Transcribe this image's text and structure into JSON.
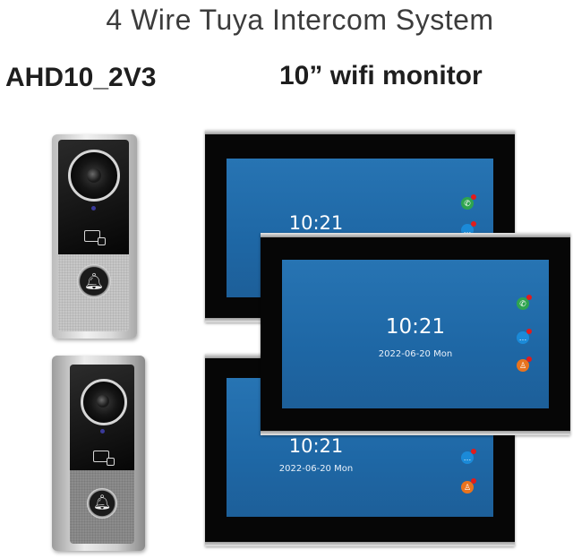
{
  "header": {
    "title": "4 Wire Tuya Intercom System",
    "doorbell_model": "AHD10_2V3",
    "monitor_label": "10” wifi monitor"
  },
  "doorbells": [
    {
      "finish": "silver",
      "icons": [
        "camera-lens-icon",
        "card-reader-icon",
        "bell-icon"
      ]
    },
    {
      "finish": "grey",
      "icons": [
        "camera-lens-icon",
        "card-reader-icon",
        "bell-icon"
      ]
    }
  ],
  "monitors": {
    "back_top": {
      "time": "10:21",
      "apps": [
        "call-icon",
        "chat-icon"
      ]
    },
    "front": {
      "time": "10:21",
      "date": "2022-06-20  Mon",
      "apps": [
        "call-icon",
        "chat-icon",
        "person-icon"
      ]
    },
    "back_bottom": {
      "time": "10:21",
      "date": "2022-06-20  Mon",
      "apps": [
        "chat-icon",
        "person-icon"
      ]
    }
  },
  "colors": {
    "screen": "#1f6aa8",
    "frame": "#060606",
    "call_app": "#2ea44f",
    "chat_app": "#1b8ad8",
    "person_app": "#e9731d",
    "badge": "#e11c1c"
  }
}
